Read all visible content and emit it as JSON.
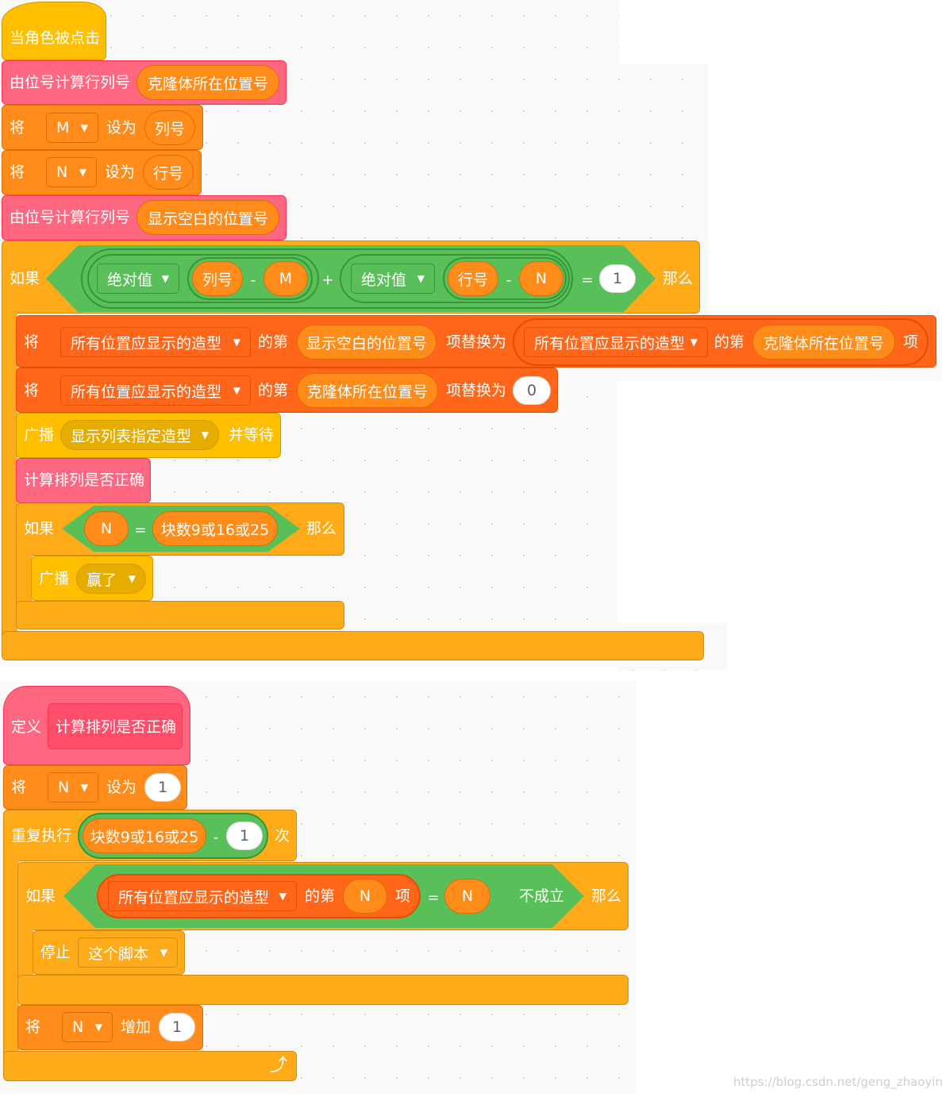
{
  "script1": {
    "hat": "当角色被点击",
    "calc1": {
      "label": "由位号计算行列号",
      "arg": "克隆体所在位置号"
    },
    "setM": {
      "verb": "将",
      "var": "M",
      "mid": "设为",
      "value": "列号"
    },
    "setN": {
      "verb": "将",
      "var": "N",
      "mid": "设为",
      "value": "行号"
    },
    "calc2": {
      "label": "由位号计算行列号",
      "arg": "显示空白的位置号"
    },
    "if1": {
      "label": "如果",
      "then": "那么",
      "abs": "绝对值",
      "col": "列号",
      "minus": "-",
      "m": "M",
      "plus": "+",
      "row": "行号",
      "n": "N",
      "eq": "=",
      "one": "1"
    },
    "replace1": {
      "verb": "将",
      "list": "所有位置应显示的造型",
      "of": "的第",
      "index": "显示空白的位置号",
      "mid": "项替换为",
      "list2": "所有位置应显示的造型",
      "of2": "的第",
      "index2": "克隆体所在位置号",
      "tail": "项"
    },
    "replace2": {
      "verb": "将",
      "list": "所有位置应显示的造型",
      "of": "的第",
      "index": "克隆体所在位置号",
      "mid": "项替换为",
      "value": "0"
    },
    "broadcast": {
      "label": "广播",
      "msg": "显示列表指定造型",
      "tail": "并等待"
    },
    "call": "计算排列是否正确",
    "if2": {
      "label": "如果",
      "n": "N",
      "eq": "=",
      "var": "块数9或16或25",
      "then": "那么"
    },
    "broadcastWin": {
      "label": "广播",
      "msg": "赢了"
    }
  },
  "script2": {
    "define": {
      "label": "定义",
      "name": "计算排列是否正确"
    },
    "setN": {
      "verb": "将",
      "var": "N",
      "mid": "设为",
      "value": "1"
    },
    "repeat": {
      "label": "重复执行",
      "var": "块数9或16或25",
      "minus": "-",
      "one": "1",
      "tail": "次"
    },
    "if": {
      "label": "如果",
      "list": "所有位置应显示的造型",
      "of": "的第",
      "n": "N",
      "item": "项",
      "eq": "=",
      "n2": "N",
      "not": "不成立",
      "then": "那么"
    },
    "stop": {
      "label": "停止",
      "option": "这个脚本"
    },
    "change": {
      "verb": "将",
      "var": "N",
      "mid": "增加",
      "value": "1"
    },
    "loop_icon": "loop-arrow-icon"
  },
  "watermark": "https://blog.csdn.net/geng_zhaoying",
  "colors": {
    "events": "#ffbf00",
    "myblocks": "#ff6680",
    "variables": "#ff8c1a",
    "control": "#ffab19",
    "operators": "#59c059",
    "lists": "#ff661a"
  }
}
